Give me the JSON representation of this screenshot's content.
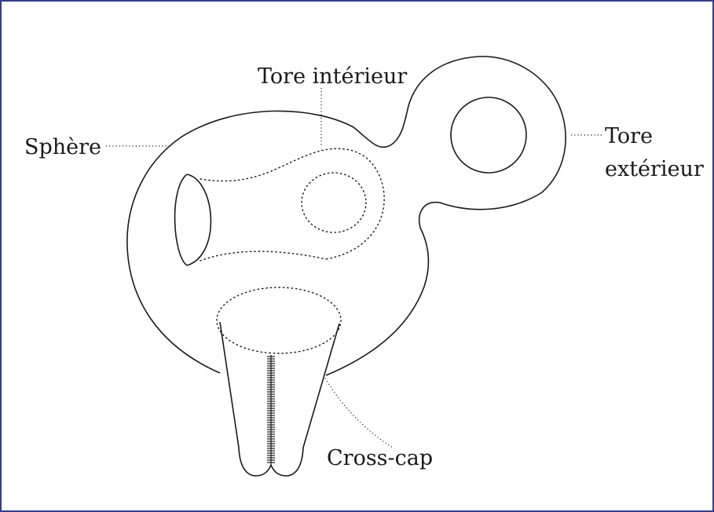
{
  "border_color": "#323c8e",
  "labels": {
    "sphere": "Sphère",
    "inner_torus": "Tore intérieur",
    "outer_torus_line1": "Tore",
    "outer_torus_line2": "extérieur",
    "cross_cap": "Cross-cap"
  }
}
